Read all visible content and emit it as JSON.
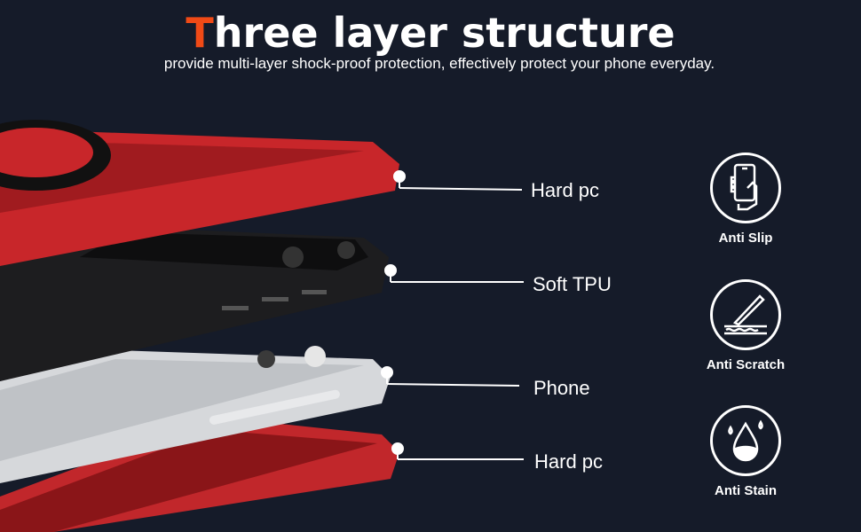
{
  "header": {
    "title_first_letter": "T",
    "title_rest": "hree layer structure",
    "subtitle": "provide multi-layer shock-proof protection, effectively protect your phone everyday."
  },
  "layers": [
    {
      "label": "Hard pc"
    },
    {
      "label": "Soft TPU"
    },
    {
      "label": "Phone"
    },
    {
      "label": "Hard pc"
    }
  ],
  "features": [
    {
      "label": "Anti Slip",
      "icon": "hand-holding-phone-icon"
    },
    {
      "label": "Anti Scratch",
      "icon": "blade-scratch-icon"
    },
    {
      "label": "Anti Stain",
      "icon": "water-drop-icon"
    }
  ],
  "colors": {
    "accent": "#f04a16",
    "background": "#151b29",
    "case_red": "#c8262a"
  }
}
